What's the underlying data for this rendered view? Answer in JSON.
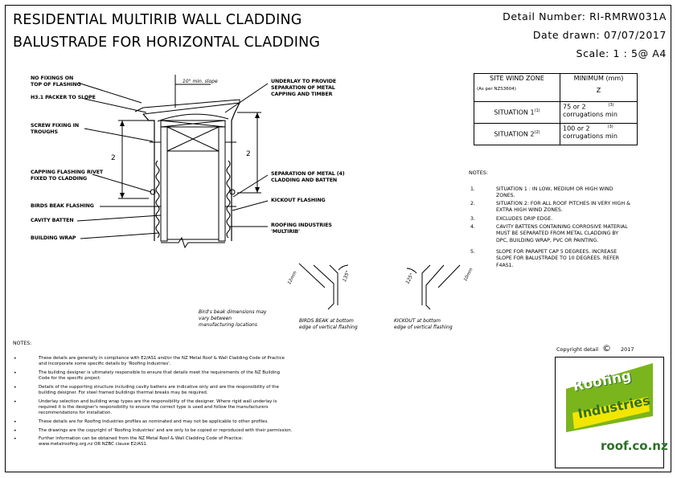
{
  "title": {
    "line1": "RESIDENTIAL MULTIRIB WALL CLADDING",
    "line2": "BALUSTRADE FOR HORIZONTAL CLADDING"
  },
  "header": {
    "detail_number": "Detail Number:  RI-RMRW031A",
    "date_drawn": "Date drawn:  07/07/2017",
    "scale": "Scale:   1 : 5@ A4"
  },
  "drawing_labels": {
    "no_fixings": "NO FIXINGS ON\nTOP OF FLASHING",
    "packer": "H3.1 PACKER TO SLOPE",
    "slope": "10° min. slope",
    "underlay": "UNDERLAY TO PROVIDE\nSEPARATION OF METAL\nCAPPING AND TIMBER",
    "screw": "SCREW FIXING IN\nTROUGHS",
    "dim_left": "2",
    "dim_right": "2",
    "capping_rivet": "CAPPING FLASHING RIVET\nFIXED TO CLADDING",
    "separation": "SEPARATION OF METAL (4)\nCLADDING AND BATTEN",
    "birds_beak_flashing": "BIRDS BEAK FLASHING",
    "kickout_flashing": "KICKOUT FLASHING",
    "cavity_batten": "CAVITY BATTEN",
    "roofing_industries": "ROOFING INDUSTRIES\n'MULTIRIB'",
    "building_wrap": "BUILDING WRAP",
    "dim_12": "12mm",
    "dim_135": "135°",
    "dim_125": "125°",
    "dim_10": "10mm",
    "birds_beak_note": "Bird's beak dimensions may\nvary between\nmanufacturing locations",
    "birds_beak_caption": "BIRDS BEAK at bottom\nedge of vertical flashing",
    "kickout_caption": "KICKOUT at bottom\nedge of vertical flashing"
  },
  "wind_table": {
    "col1_header": "SITE WIND ZONE",
    "col1_sub": "(As per NZS3604)",
    "col2_header": "MINIMUM (mm)",
    "col2_sub": "Z",
    "rows": [
      {
        "situation": "SITUATION 1",
        "sup": "(1)",
        "value": "75  or 2",
        "vsup": "(3)",
        "value2": "corrugations min"
      },
      {
        "situation": "SITUATION 2",
        "sup": "(2)",
        "value": "100  or 2",
        "vsup": "(3)",
        "value2": "corrugations min"
      }
    ]
  },
  "notes_right": {
    "heading": "NOTES:",
    "items": [
      {
        "num": "1.",
        "text": "SITUATION 1 : IN LOW, MEDIUM OR HIGH WIND\nZONES."
      },
      {
        "num": "2.",
        "text": "SITUATION 2: FOR ALL ROOF PITCHES IN VERY HIGH &\nEXTRA HIGH WIND ZONES."
      },
      {
        "num": "3.",
        "text": "EXCLUDES DRIP EDGE."
      },
      {
        "num": "4.",
        "text": "CAVITY BATTENS CONTAINING CORROSIVE MATERIAL\nMUST BE SEPARATED FROM METAL CLADDING BY\nDPC, BUILDING WRAP, PVC OR PAINTING."
      },
      {
        "num": "5.",
        "text": "SLOPE FOR PARAPET CAP 5 DEGREES.  INCREASE\nSLOPE FOR BALUSTRADE TO 10 DEGREES.  REFER\nF4AS1."
      }
    ]
  },
  "notes_left": {
    "heading": "NOTES:",
    "bullet": "•",
    "items": [
      "These details are generally in compliance with E2/AS1 and/or the NZ Metal Roof & Wall Cladding Code of Practice\nand incorporate some specific details by 'Roofing Industries'.",
      "The building designer is ultimately responsible to ensure that details meet the requirements of the NZ Building\nCode for the specific project.",
      "Details of the supporting structure including cavity battens are indicative only and are the responsibility of the\nbuilding designer.  For steel framed buildings thermal breaks may be required.",
      "Underlay selection and building wrap types are the responsibility of the designer.  Where rigid wall underlay is\nrequired it is the designer's responsibility to ensure the correct type is used and follow the manufacturers\nrecommendations for installation.",
      "These details are for Roofing Industries profiles as nominated and may not be applicable to other profiles.",
      "The drawings are the copyright of 'Roofing Industries' and are only to be copied or reproduced with their permission.",
      "Further information can be obtained from the NZ Metal Roof & Wall Cladding Code of Practice:\nwww.metalroofing.org.nz OR NZBC clause E2/AS1."
    ]
  },
  "copyright": {
    "text": "Copyright detail",
    "symbol": "©",
    "year": "2017"
  },
  "logo": {
    "line1": "Roofing",
    "line2": "Industries",
    "url": "roof.co.nz",
    "green": "#7ab51d",
    "yellow": "#f2e600",
    "dark_green": "#2f6e2a"
  }
}
